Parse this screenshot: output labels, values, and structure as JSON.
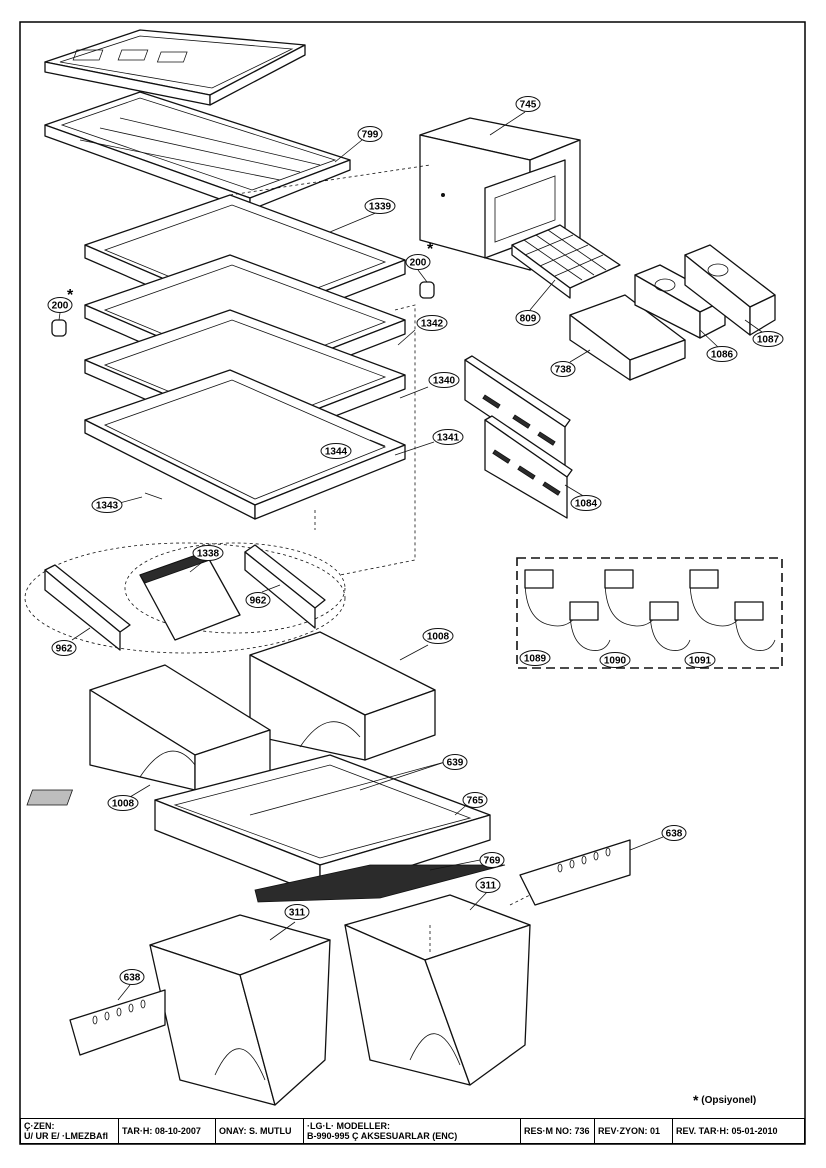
{
  "callouts": [
    {
      "id": "c745",
      "label": "745"
    },
    {
      "id": "c799",
      "label": "799"
    },
    {
      "id": "c1339",
      "label": "1339"
    },
    {
      "id": "c200r",
      "label": "200"
    },
    {
      "id": "c200l",
      "label": "200"
    },
    {
      "id": "c809",
      "label": "809"
    },
    {
      "id": "c738",
      "label": "738"
    },
    {
      "id": "c1086",
      "label": "1086"
    },
    {
      "id": "c1087",
      "label": "1087"
    },
    {
      "id": "c1342",
      "label": "1342"
    },
    {
      "id": "c1340",
      "label": "1340"
    },
    {
      "id": "c1344",
      "label": "1344"
    },
    {
      "id": "c1341",
      "label": "1341"
    },
    {
      "id": "c1343",
      "label": "1343"
    },
    {
      "id": "c1084",
      "label": "1084"
    },
    {
      "id": "c1338",
      "label": "1338"
    },
    {
      "id": "c962r",
      "label": "962"
    },
    {
      "id": "c962l",
      "label": "962"
    },
    {
      "id": "c1089",
      "label": "1089"
    },
    {
      "id": "c1090",
      "label": "1090"
    },
    {
      "id": "c1091",
      "label": "1091"
    },
    {
      "id": "c1008r",
      "label": "1008"
    },
    {
      "id": "c1008l",
      "label": "1008"
    },
    {
      "id": "c639",
      "label": "639"
    },
    {
      "id": "c765",
      "label": "765"
    },
    {
      "id": "c769",
      "label": "769"
    },
    {
      "id": "c638r",
      "label": "638"
    },
    {
      "id": "c311l",
      "label": "311"
    },
    {
      "id": "c311r",
      "label": "311"
    },
    {
      "id": "c638l",
      "label": "638"
    }
  ],
  "asterisk": "*",
  "note": {
    "symbol": "*",
    "text": "(Opsiyonel)"
  },
  "title_block": {
    "drawer_label": "Ç·ZEN:",
    "drawer_name": "U/ UR E/ ·LMEZBAfl",
    "date": "TAR·H: 08-10-2007",
    "approval": "ONAY:  S. MUTLU",
    "models_label": "·LG·L· MODELLER:",
    "models": "B-990-995 Ç AKSESUARLAR (ENC)",
    "drawing_no": "RES·M NO: 736",
    "revision": "REV·ZYON: 01",
    "revision_date": "REV. TAR·H: 05-01-2010"
  }
}
